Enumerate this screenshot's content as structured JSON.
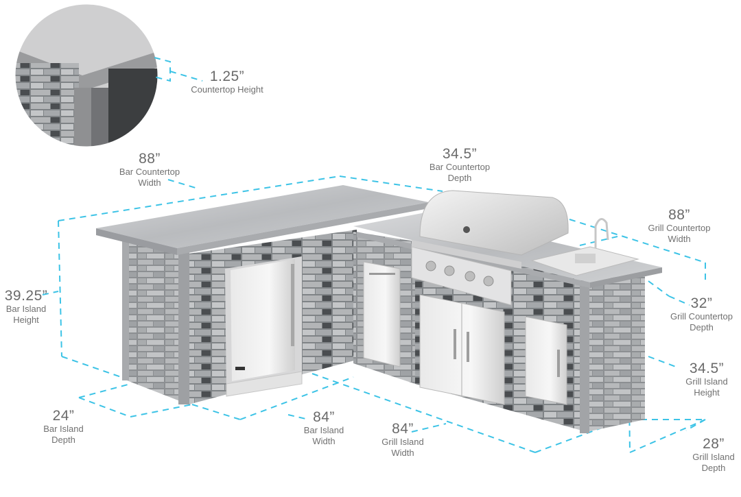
{
  "accent_color": "#3cc3e6",
  "inset": {
    "title": "countertop-edge-detail",
    "dimension": {
      "value": "1.25”",
      "label": "Countertop Height"
    }
  },
  "dimensions": {
    "bar_countertop_width": {
      "value": "88”",
      "label_line1": "Bar Countertop",
      "label_line2": "Width"
    },
    "bar_countertop_depth": {
      "value": "34.5”",
      "label_line1": "Bar Countertop",
      "label_line2": "Depth"
    },
    "grill_countertop_width": {
      "value": "88”",
      "label_line1": "Grill Countertop",
      "label_line2": "Width"
    },
    "grill_countertop_depth": {
      "value": "32”",
      "label_line1": "Grill Countertop",
      "label_line2": "Depth"
    },
    "grill_island_height": {
      "value": "34.5”",
      "label_line1": "Grill Island",
      "label_line2": "Height"
    },
    "grill_island_depth": {
      "value": "28”",
      "label_line1": "Grill Island",
      "label_line2": "Depth"
    },
    "grill_island_width": {
      "value": "84”",
      "label_line1": "Grill Island",
      "label_line2": "Width"
    },
    "bar_island_width": {
      "value": "84”",
      "label_line1": "Bar Island",
      "label_line2": "Width"
    },
    "bar_island_depth": {
      "value": "24”",
      "label_line1": "Bar Island",
      "label_line2": "Depth"
    },
    "bar_island_height": {
      "value": "39.25”",
      "label_line1": "Bar Island",
      "label_line2": "Height"
    }
  }
}
